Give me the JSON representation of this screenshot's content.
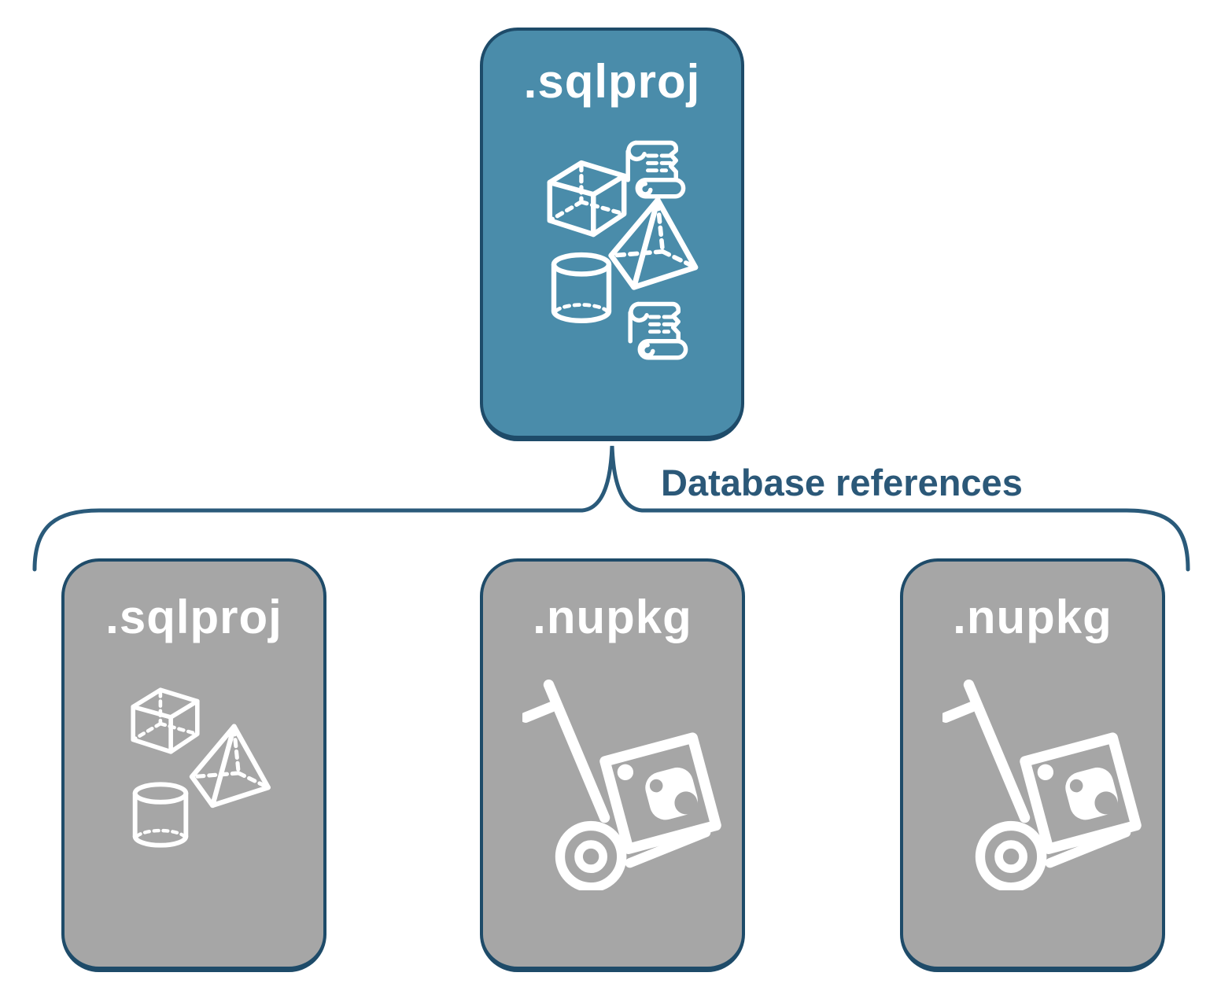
{
  "parent": {
    "label": ".sqlproj"
  },
  "relationship_label": "Database references",
  "children": [
    {
      "label": ".sqlproj",
      "icon": "sql-project-objects"
    },
    {
      "label": ".nupkg",
      "icon": "nuget-package-handtruck"
    },
    {
      "label": ".nupkg",
      "icon": "nuget-package-handtruck"
    }
  ],
  "icons": {
    "parent_box": [
      "cube-icon",
      "script-scroll-icon",
      "pyramid-icon",
      "cylinder-icon",
      "script-scroll-icon"
    ],
    "child_sqlproj": [
      "cube-icon",
      "pyramid-icon",
      "cylinder-icon"
    ],
    "child_nupkg": [
      "handtruck-package-icon"
    ]
  },
  "colors": {
    "parent_fill": "#4a8caa",
    "child_fill": "#a6a6a6",
    "box_border": "#1e4b69",
    "brace_stroke": "#2a5a7a",
    "label_text": "#2b5878",
    "icon_stroke": "#ffffff"
  }
}
